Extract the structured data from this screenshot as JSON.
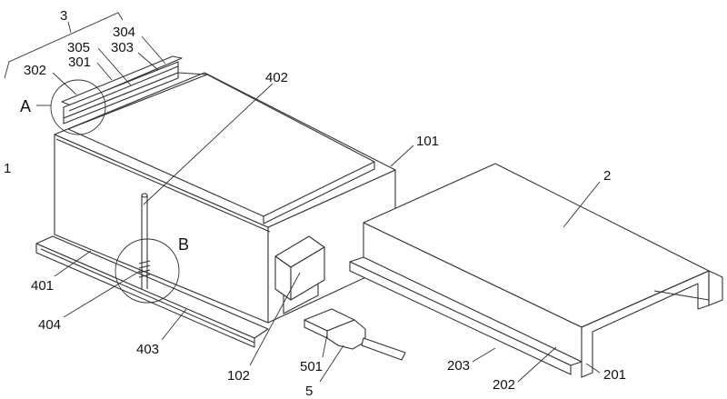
{
  "figure": {
    "labels": {
      "l3": "3",
      "l304": "304",
      "l305": "305",
      "l303": "303",
      "l302": "302",
      "l301": "301",
      "lA": "A",
      "l402": "402",
      "l101": "101",
      "l1": "1",
      "l2": "2",
      "lB": "B",
      "l401": "401",
      "l404": "404",
      "l403": "403",
      "l102": "102",
      "l501": "501",
      "l5": "5",
      "l203": "203",
      "l202": "202",
      "l201": "201"
    }
  }
}
